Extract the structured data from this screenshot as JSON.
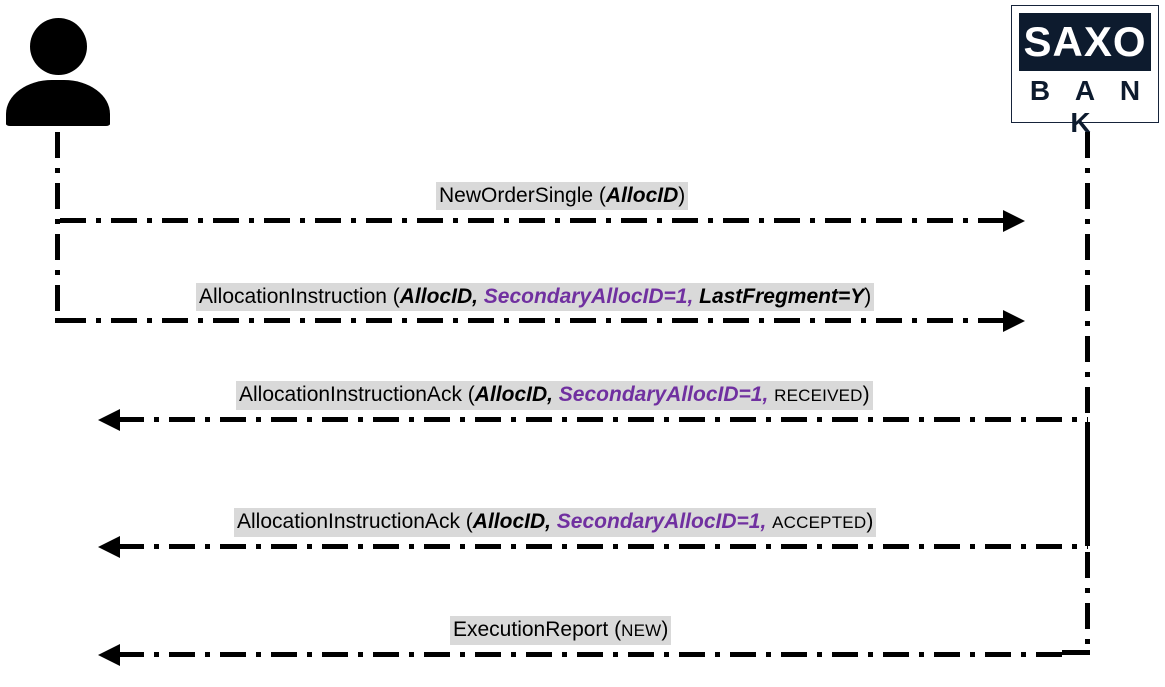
{
  "diagram": {
    "type": "sequence-diagram",
    "title": "FIX allocation message flow between client and Saxo Bank",
    "background": "#ffffff",
    "accent_purple": "#7030a0",
    "label_highlight": "#d9d9d9",
    "line_color": "#000000"
  },
  "participants": [
    {
      "id": "client",
      "kind": "actor",
      "icon": "person-icon",
      "label": ""
    },
    {
      "id": "saxo",
      "kind": "system",
      "icon": "saxo-bank-logo",
      "logo_top_text": "SAXO",
      "logo_bottom_text": "B A N K",
      "logo_box_color": "#0d1b2e",
      "logo_text_color": "#ffffff"
    }
  ],
  "messages": [
    {
      "index": 1,
      "direction": "client-to-saxo",
      "name": "NewOrderSingle",
      "open_paren": " (",
      "close_paren": ")",
      "parts": [
        {
          "text": "AllocID",
          "style": "bold-italic"
        }
      ],
      "full_text": "NewOrderSingle (AllocID)"
    },
    {
      "index": 2,
      "direction": "client-to-saxo",
      "name": "AllocationInstruction",
      "open_paren": " (",
      "close_paren": ")",
      "parts": [
        {
          "text": "AllocID",
          "style": "bold-italic"
        },
        {
          "text": ", ",
          "style": "bold-italic"
        },
        {
          "text": "SecondaryAllocID=1",
          "style": "purple-bold-italic"
        },
        {
          "text": ", ",
          "style": "purple-bold-italic"
        },
        {
          "text": "LastFregment=Y",
          "style": "bold-italic"
        }
      ],
      "full_text": "AllocationInstruction (AllocID, SecondaryAllocID=1, LastFregment=Y)"
    },
    {
      "index": 3,
      "direction": "saxo-to-client",
      "name": "AllocationInstructionAck",
      "open_paren": " (",
      "close_paren": ")",
      "parts": [
        {
          "text": "AllocID",
          "style": "bold-italic"
        },
        {
          "text": ", ",
          "style": "bold-italic"
        },
        {
          "text": "SecondaryAllocID=1",
          "style": "purple-bold-italic"
        },
        {
          "text": ", ",
          "style": "purple-bold-italic"
        },
        {
          "text": "RECEIVED",
          "style": "small-caps"
        }
      ],
      "full_text": "AllocationInstructionAck (AllocID, SecondaryAllocID=1, RECEIVED)"
    },
    {
      "index": 4,
      "direction": "saxo-to-client",
      "name": "AllocationInstructionAck",
      "open_paren": " (",
      "close_paren": ")",
      "parts": [
        {
          "text": "AllocID",
          "style": "bold-italic"
        },
        {
          "text": ", ",
          "style": "bold-italic"
        },
        {
          "text": "SecondaryAllocID=1",
          "style": "purple-bold-italic"
        },
        {
          "text": ", ",
          "style": "purple-bold-italic"
        },
        {
          "text": "ACCEPTED",
          "style": "small-caps"
        }
      ],
      "full_text": "AllocationInstructionAck (AllocID, SecondaryAllocID=1, ACCEPTED)"
    },
    {
      "index": 5,
      "direction": "saxo-to-client",
      "name": "ExecutionReport",
      "open_paren": " (",
      "close_paren": ")",
      "parts": [
        {
          "text": "NEW",
          "style": "small-caps"
        }
      ],
      "full_text": "ExecutionReport (NEW)"
    }
  ]
}
